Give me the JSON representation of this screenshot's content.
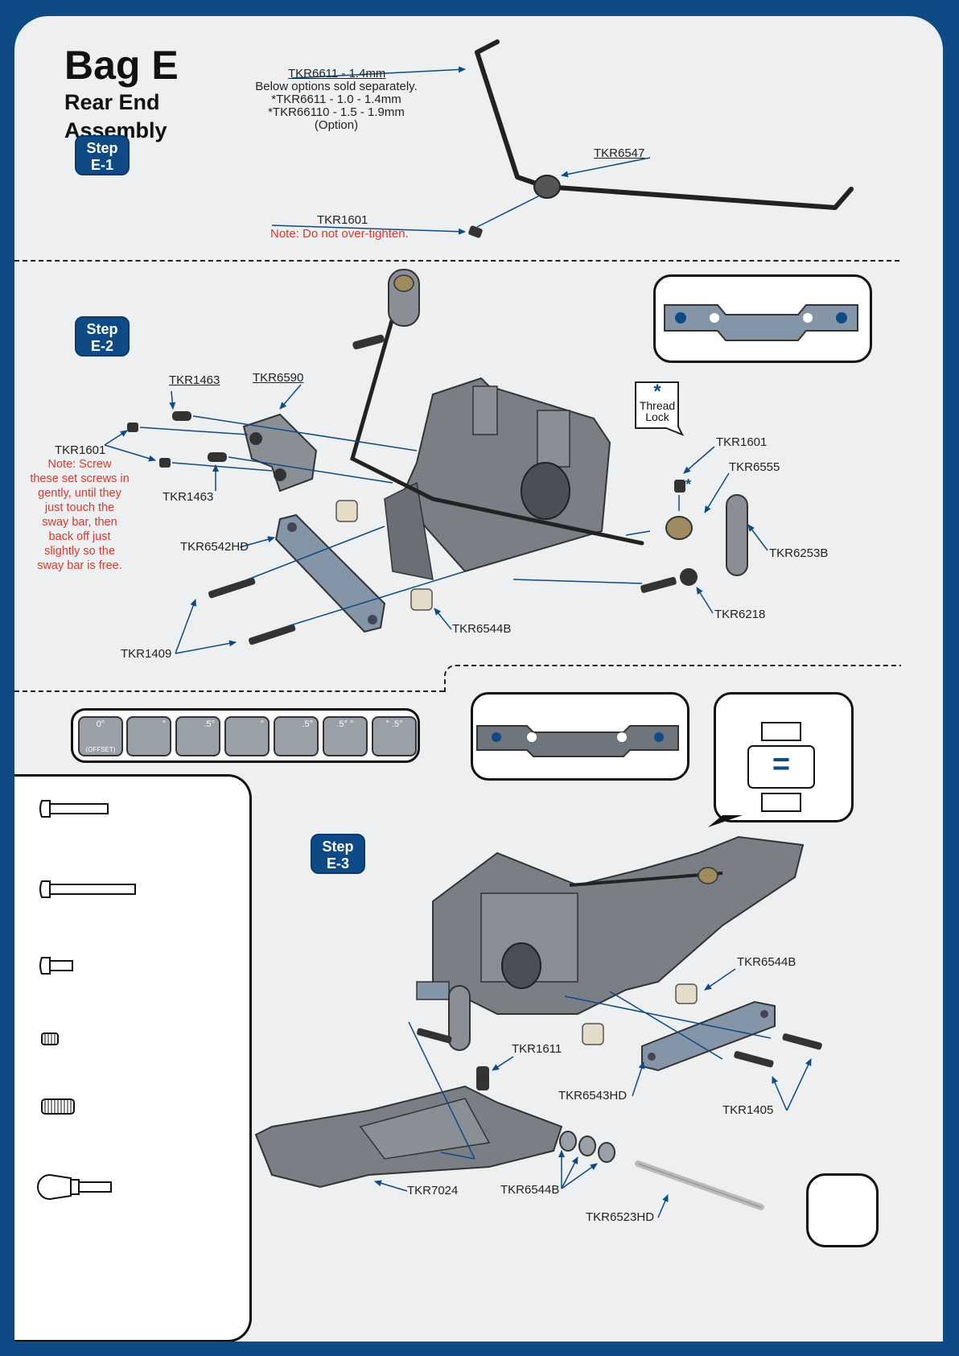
{
  "header": {
    "bag": "Bag E",
    "subtitle_line1": "Rear End",
    "subtitle_line2": "Assembly"
  },
  "steps": {
    "e1": {
      "word": "Step",
      "num": "E-1"
    },
    "e2": {
      "word": "Step",
      "num": "E-2"
    },
    "e3": {
      "word": "Step",
      "num": "E-3"
    }
  },
  "e1": {
    "swaybar_label": "TKR6611 - 1.4mm",
    "options_line1": "Below options sold separately.",
    "options_line2": "*TKR6611 - 1.0 - 1.4mm",
    "options_line3": "*TKR66110 - 1.5 - 1.9mm",
    "options_line4": "(Option)",
    "collar_label": "TKR6547",
    "setscrew_label": "TKR1601",
    "setscrew_note": "Note: Do not over-tighten."
  },
  "e2": {
    "screw_top_label": "TKR1463",
    "mount_label": "TKR6590",
    "setscrew_label": "TKR1601",
    "note_lines": [
      "Note: Screw",
      "these set screws in",
      "gently, until they",
      "just touch the",
      "sway bar, then",
      "back off just",
      "slightly so the",
      "sway bar is free."
    ],
    "screw_mid_label": "TKR1463",
    "arm_mount_label": "TKR6542HD",
    "screw_long_label": "TKR1409",
    "insert_label": "TKR6544B",
    "thread_lock_symbol": "*",
    "thread_lock_line1": "Thread",
    "thread_lock_line2": "Lock",
    "right_setscrew_label": "TKR1601",
    "pivot_label": "TKR6555",
    "link_label": "TKR6253B",
    "ball_stud_label": "TKR6218",
    "asterisk": "*"
  },
  "e3": {
    "insert_label": "TKR6544B",
    "pin_label": "TKR1611",
    "arm_mount_label": "TKR6543HD",
    "screw_label": "TKR1405",
    "arm_label": "TKR7024",
    "shims_label": "TKR6544B",
    "hinge_pin_label": "TKR6523HD",
    "equals_symbol": "="
  },
  "insert_keys": [
    {
      "top": "0°",
      "sub": "(OFFSET)"
    },
    {
      "top": "°",
      "sub": ""
    },
    {
      "top": ".5°",
      "sub": ""
    },
    {
      "top": "°",
      "sub": ""
    },
    {
      "top": ".5°",
      "sub": ""
    },
    {
      "top": ".5°   °",
      "sub": ""
    },
    {
      "top": "°  .5°",
      "sub": ""
    }
  ],
  "colors": {
    "brand_blue": "#0d4a86",
    "note_red": "#d9392e",
    "leader_blue": "#0d4a86",
    "part_grey": "#6f757c",
    "mount_blue_grey": "#8595a8"
  },
  "icons": [
    "bag-e-swaybar",
    "swaybar-collar-icon",
    "set-screw-icon",
    "gearbox-icon",
    "arm-mount-icon",
    "button-head-screw-icon",
    "suspension-arm-icon",
    "hinge-pin-icon",
    "shim-icon",
    "ball-stud-icon",
    "thread-lock-icon"
  ]
}
